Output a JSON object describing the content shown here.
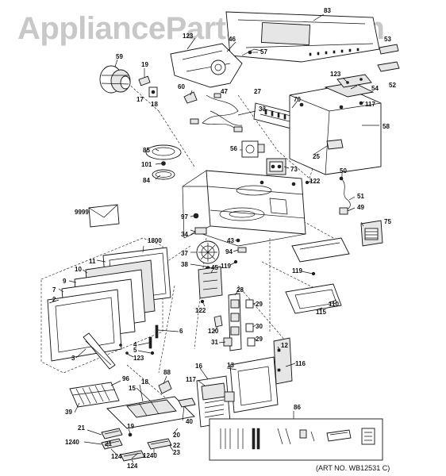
{
  "watermark": "AppliancePartsPros.com",
  "art_number": "(ART NO. WB12531 C)",
  "callouts": {
    "c83": "83",
    "c123a": "123",
    "c46": "46",
    "c57": "57",
    "c53": "53",
    "c52": "52",
    "c59": "59",
    "c19": "19",
    "c17": "17",
    "c18": "18",
    "c60": "60",
    "c47": "47",
    "c27": "27",
    "c123b": "123",
    "c54": "54",
    "c70": "70",
    "c117a": "117",
    "c33": "33",
    "c58": "58",
    "c85": "85",
    "c56": "56",
    "c25": "25",
    "c101": "101",
    "c84": "84",
    "c73": "73",
    "c50": "50",
    "c122a": "122",
    "c51": "51",
    "c49": "49",
    "c9999": "9999",
    "c97": "97",
    "c75": "75",
    "c34": "34",
    "c1800": "1800",
    "c43": "43",
    "c94": "94",
    "c37": "37",
    "c11": "11",
    "c119a": "119",
    "c38": "38",
    "c45": "45",
    "c10": "10",
    "c119b": "119",
    "c9": "9",
    "c7": "7",
    "c2": "2",
    "c122b": "122",
    "c28": "28",
    "c110": "110",
    "c115": "115",
    "c29a": "29",
    "c120": "120",
    "c30": "30",
    "c29b": "29",
    "c6": "6",
    "c31": "31",
    "c4": "4",
    "c12": "12",
    "c5": "5",
    "c123c": "123",
    "c3": "3",
    "c116": "116",
    "c16": "16",
    "c13": "13",
    "c88": "88",
    "c96": "96",
    "c117b": "117",
    "c18b": "18",
    "c15": "15",
    "c39": "39",
    "c40": "40",
    "c86": "86",
    "c21a": "21",
    "c19b": "19",
    "c20": "20",
    "c1240a": "1240",
    "c21b": "21",
    "c22": "22",
    "c124a": "124",
    "c23": "23",
    "c1240b": "1240",
    "c124b": "124"
  }
}
